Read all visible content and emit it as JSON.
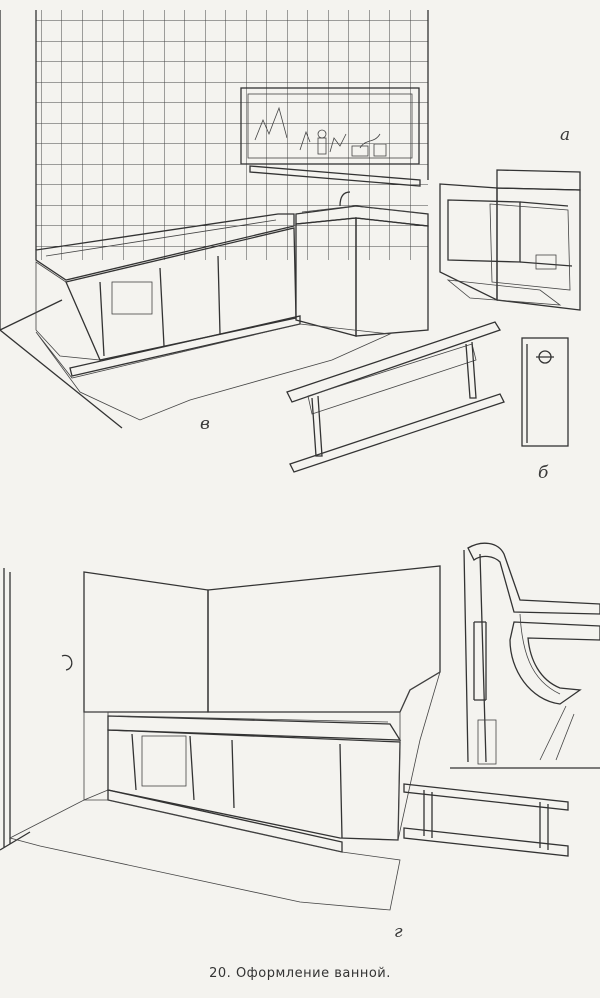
{
  "labels": {
    "a": "а",
    "b": "б",
    "v": "в",
    "g": "г"
  },
  "caption": "20. Оформление ванной.",
  "colors": {
    "background": "#f4f3ef",
    "ink": "#333333"
  }
}
